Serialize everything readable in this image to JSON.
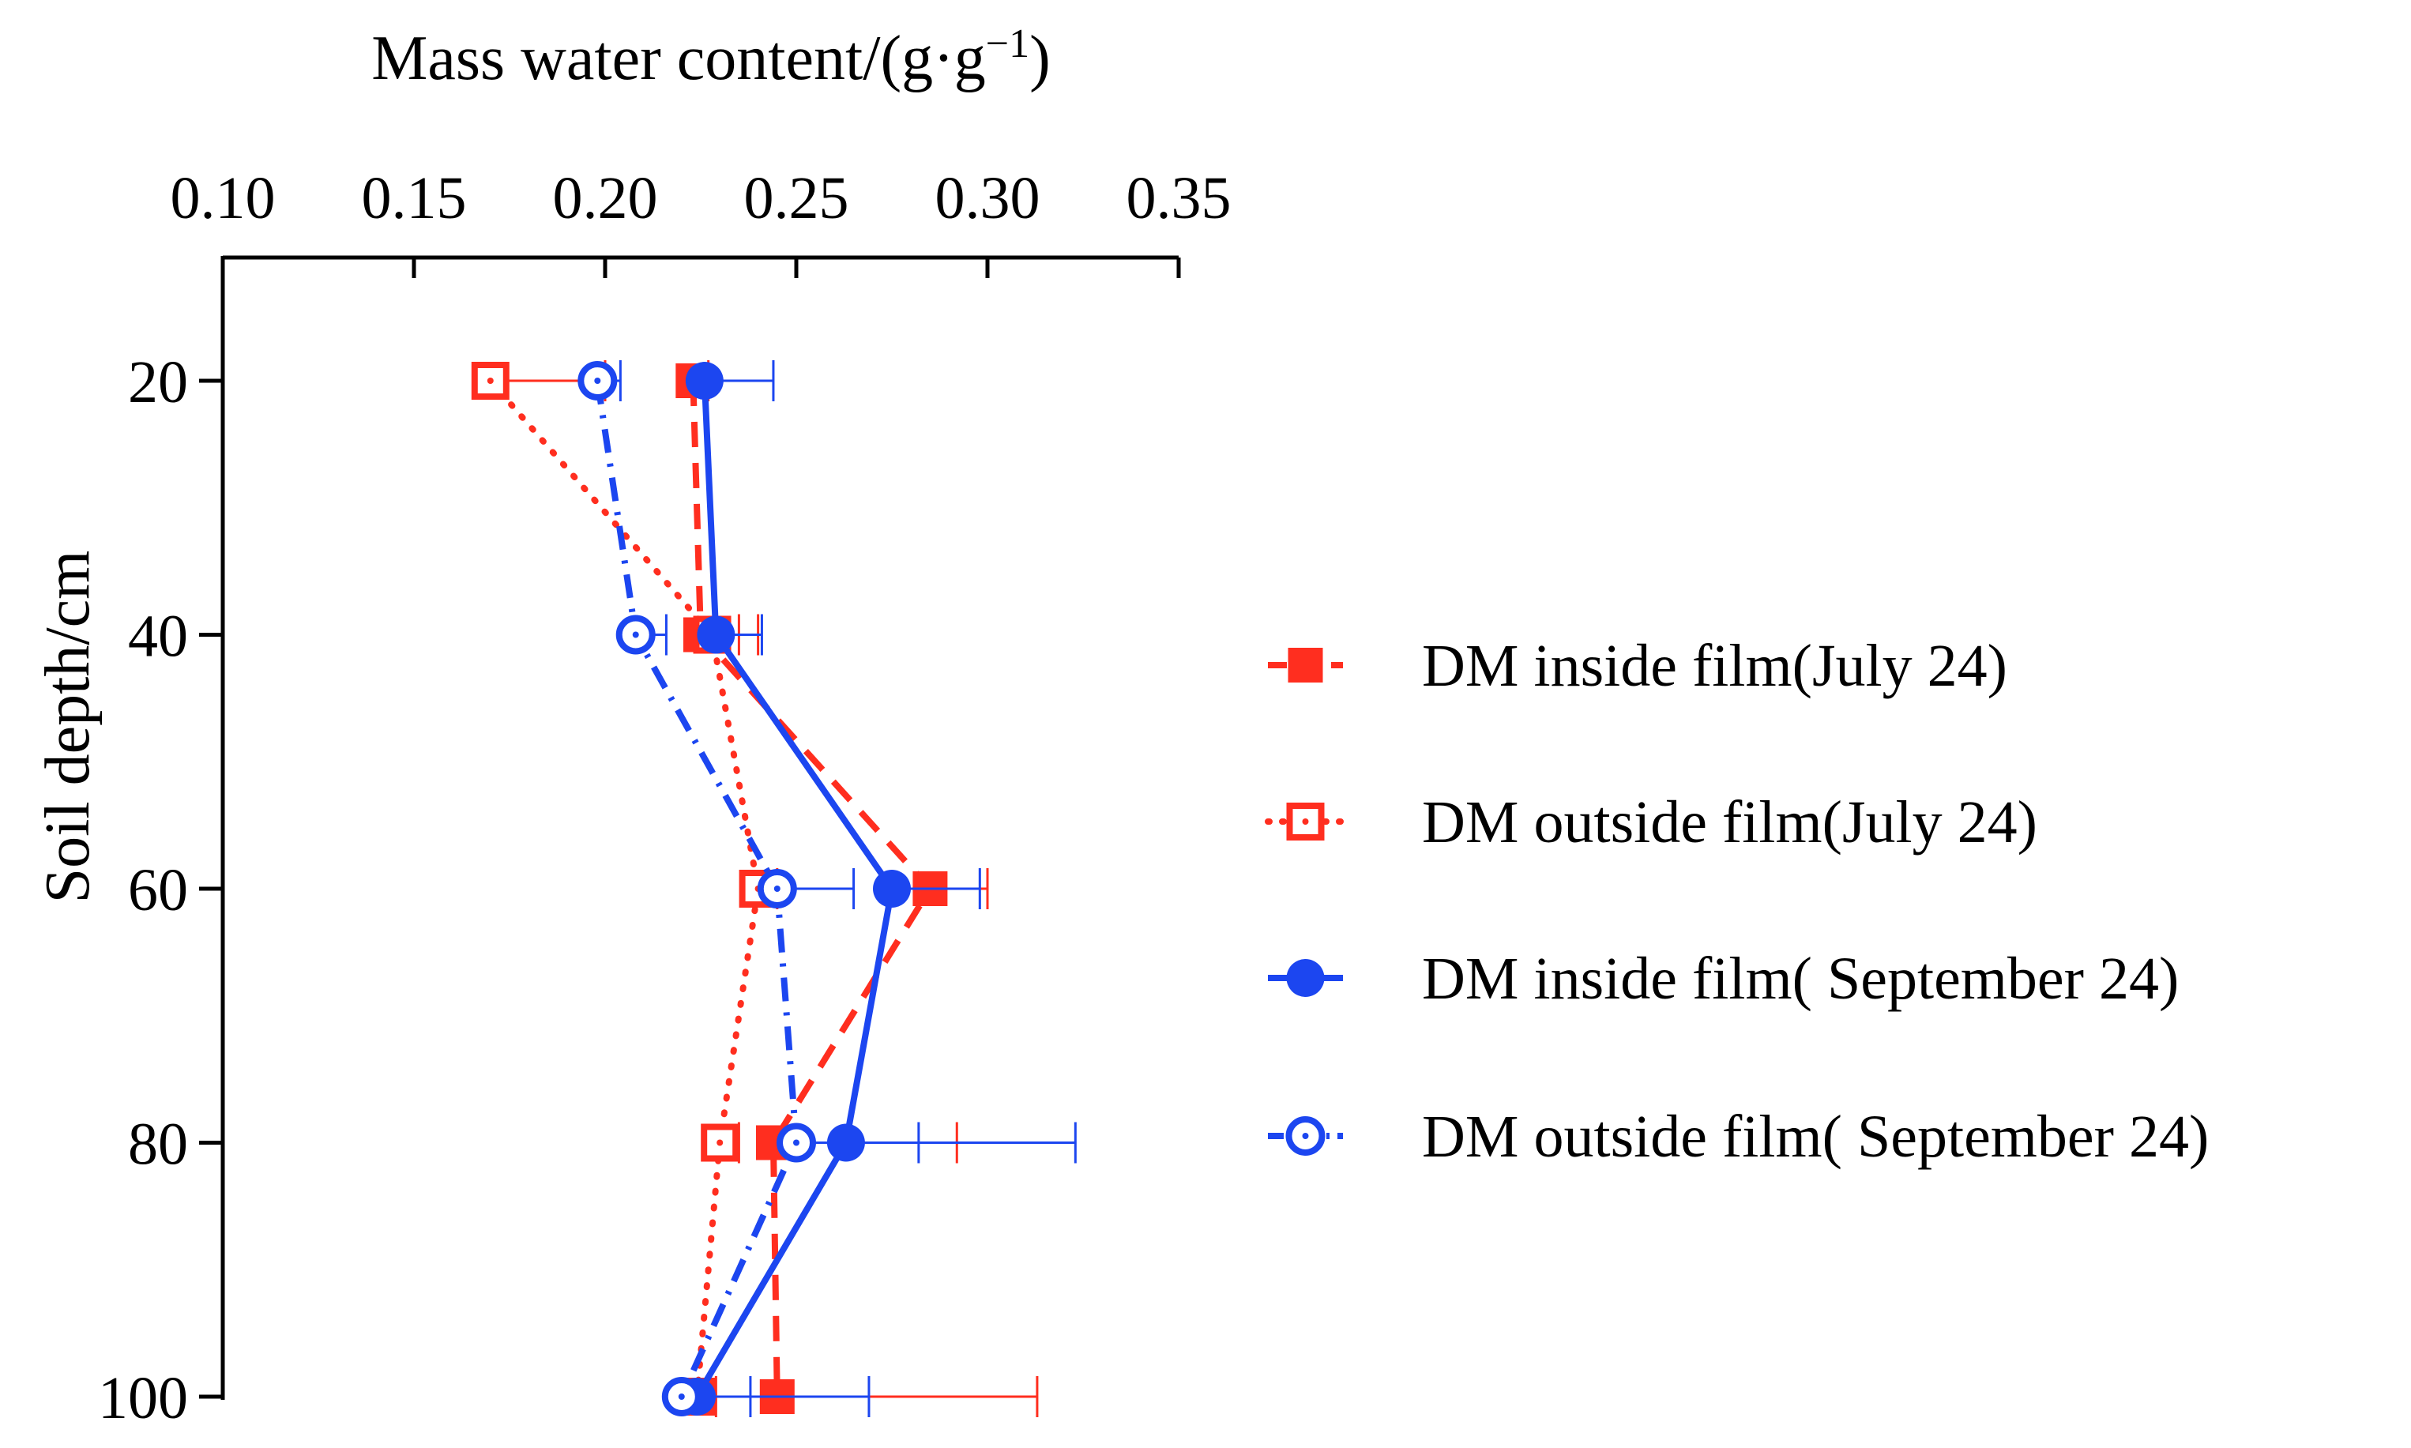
{
  "chart_data": {
    "type": "line",
    "orientation": "horizontal-profile",
    "xlabel_main": "Mass water content/(g·g",
    "xlabel_sup": "−1",
    "xlabel_close": ")",
    "ylabel": "Soil depth/cm",
    "xlim": [
      0.1,
      0.35
    ],
    "x_ticks": [
      0.1,
      0.15,
      0.2,
      0.25,
      0.3,
      0.35
    ],
    "x_tick_labels": [
      "0.10",
      "0.15",
      "0.20",
      "0.25",
      "0.30",
      "0.35"
    ],
    "x_axis_position": "top",
    "ylim": [
      8,
      100
    ],
    "y_ticks": [
      20,
      40,
      60,
      80,
      100
    ],
    "y_tick_labels": [
      "20",
      "40",
      "60",
      "80",
      "100"
    ],
    "y_inverted": true,
    "grid": false,
    "legend_position": "right",
    "series": [
      {
        "name": "DM inside film(July 24)",
        "color": "#ff2e1f",
        "line_style": "dashed",
        "marker": "filled-square",
        "depth": [
          20,
          40,
          60,
          80,
          100
        ],
        "x": [
          0.223,
          0.225,
          0.285,
          0.244,
          0.245
        ],
        "err": [
          0.004,
          0.01,
          0.015,
          0.048,
          0.068
        ]
      },
      {
        "name": "DM outside film(July 24)",
        "color": "#ff2e1f",
        "line_style": "dotted",
        "marker": "open-square-dot",
        "depth": [
          20,
          40,
          60,
          80,
          100
        ],
        "x": [
          0.17,
          0.228,
          0.24,
          0.23,
          0.224
        ],
        "err": [
          0.03,
          0.012,
          0.005,
          0.005,
          0.005
        ]
      },
      {
        "name": "DM inside film( September 24)",
        "color": "#1c46f0",
        "line_style": "solid",
        "marker": "filled-circle",
        "depth": [
          20,
          40,
          60,
          80,
          100
        ],
        "x": [
          0.226,
          0.229,
          0.275,
          0.263,
          0.224
        ],
        "err": [
          0.018,
          0.012,
          0.023,
          0.06,
          0.045
        ]
      },
      {
        "name": "DM outside film( September 24)",
        "color": "#1c46f0",
        "line_style": "dash-dot",
        "marker": "open-circle-dot",
        "depth": [
          20,
          40,
          60,
          80,
          100
        ],
        "x": [
          0.198,
          0.208,
          0.245,
          0.25,
          0.22
        ],
        "err": [
          0.006,
          0.008,
          0.02,
          0.032,
          0.018
        ]
      }
    ]
  }
}
